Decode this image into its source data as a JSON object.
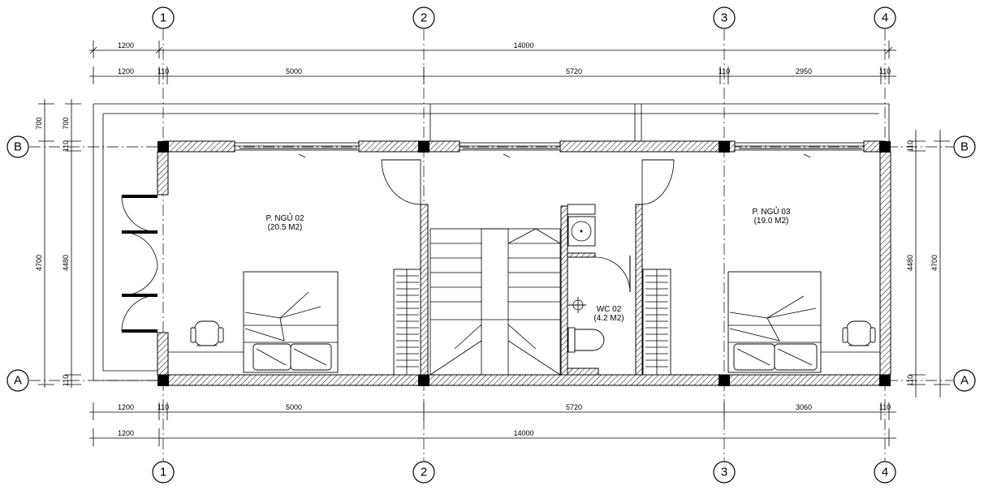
{
  "axes": {
    "vertical": [
      "1",
      "2",
      "3",
      "4"
    ],
    "horizontal": [
      "B",
      "A"
    ]
  },
  "dimensions": {
    "top_total": {
      "overhang": "1200",
      "span": "14000"
    },
    "top_parts": {
      "overhang": "1200",
      "wall1": "110",
      "bay1": "5000",
      "bay2": "5720",
      "wall3": "110",
      "bay3": "2950",
      "wall4": "110"
    },
    "bottom_parts": {
      "overhang": "1200",
      "wall1": "110",
      "bay1": "5000",
      "bay2": "5720",
      "bay3": "3060",
      "wall4": "110"
    },
    "bottom_total": {
      "overhang": "1200",
      "span": "14000"
    },
    "left_outer": {
      "total": "4700",
      "top": "700"
    },
    "left_inner": {
      "top": "700",
      "wall_b": "110",
      "span": "4480",
      "wall_a": "110"
    },
    "right_inner": {
      "wall_b": "110",
      "span": "4480",
      "wall_a": "110"
    },
    "right_outer": {
      "total": "4700"
    }
  },
  "rooms": [
    {
      "name": "P. NGỦ 02",
      "area": "(20.5 M2)"
    },
    {
      "name": "WC 02",
      "area": "(4.2 M2)"
    },
    {
      "name": "P. NGỦ 03",
      "area": "(19.0 M2)"
    }
  ]
}
